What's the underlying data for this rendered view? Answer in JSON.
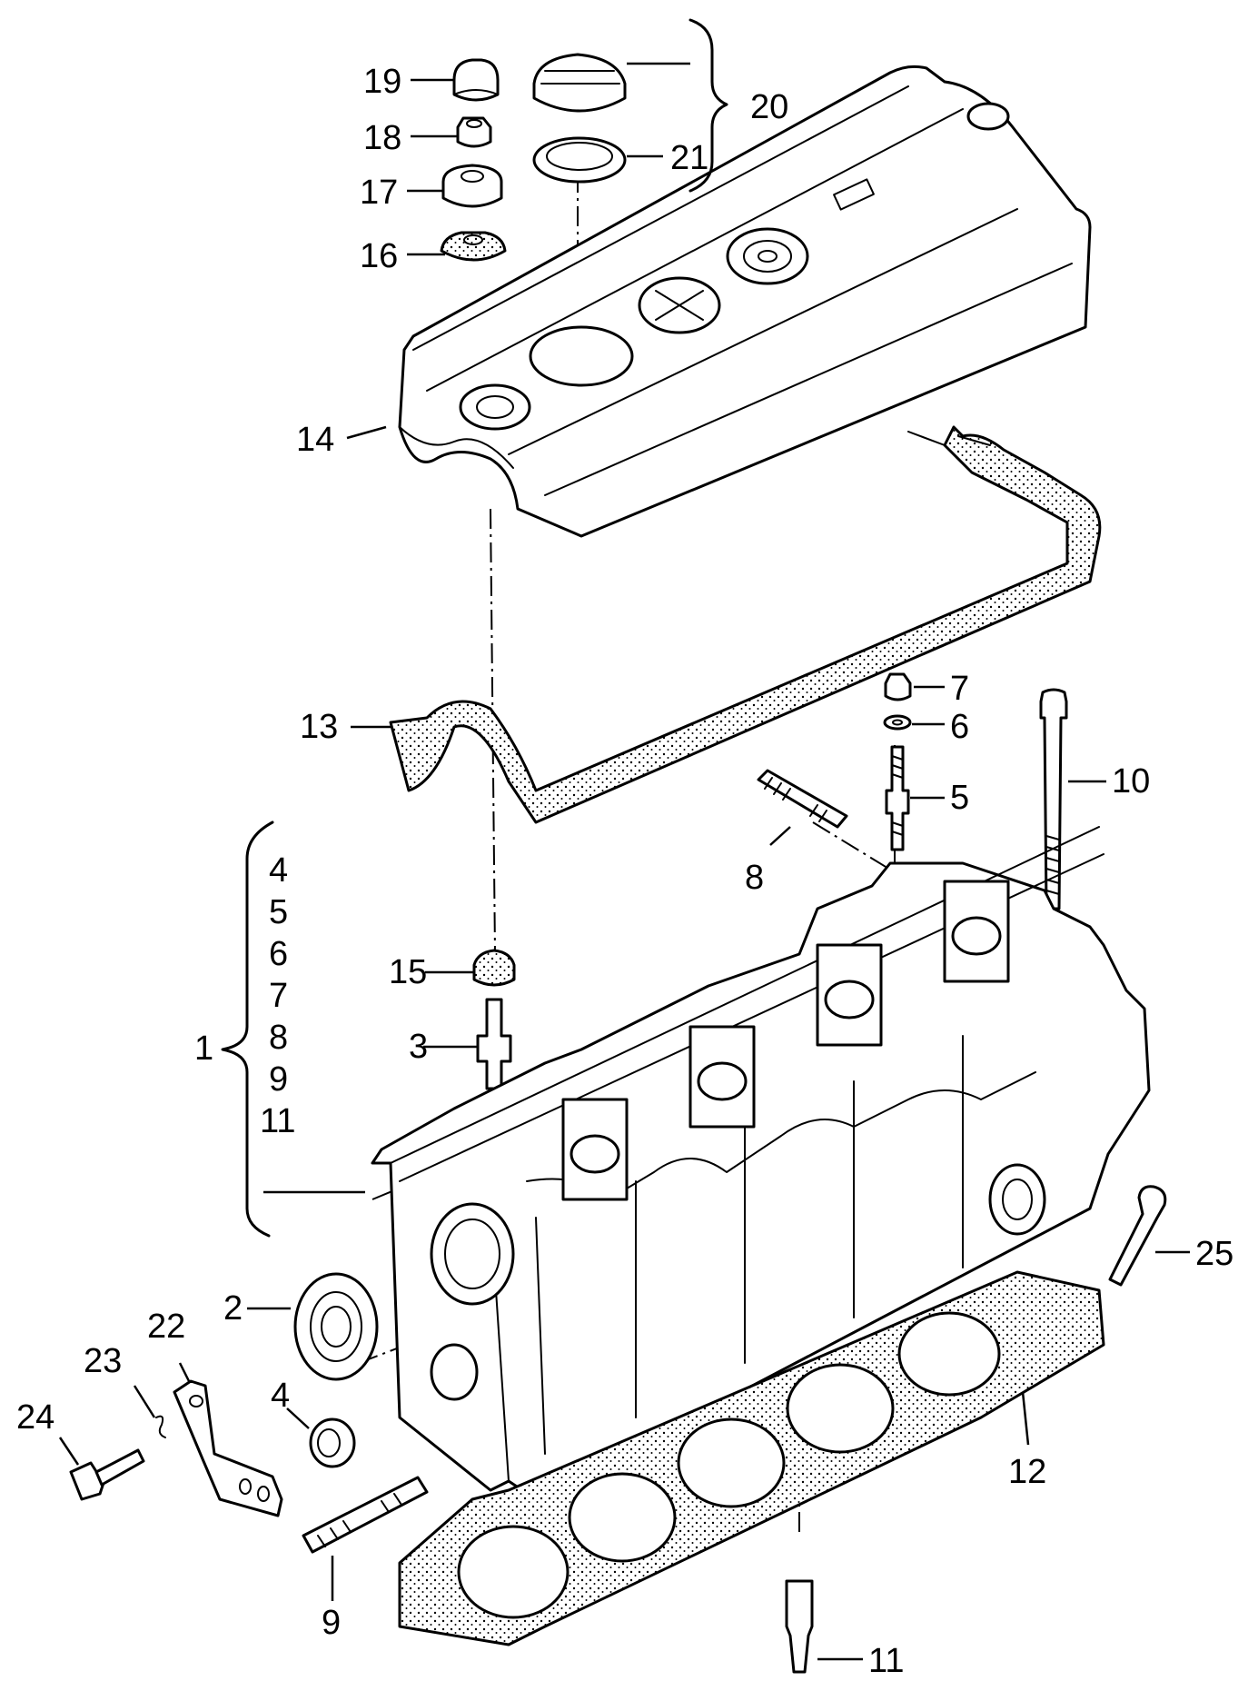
{
  "callouts": [
    {
      "id": "19",
      "label": "19"
    },
    {
      "id": "18",
      "label": "18"
    },
    {
      "id": "17",
      "label": "17"
    },
    {
      "id": "16",
      "label": "16"
    },
    {
      "id": "20",
      "label": "20"
    },
    {
      "id": "21",
      "label": "21"
    },
    {
      "id": "14",
      "label": "14"
    },
    {
      "id": "13",
      "label": "13"
    },
    {
      "id": "7",
      "label": "7"
    },
    {
      "id": "6",
      "label": "6"
    },
    {
      "id": "5",
      "label": "5"
    },
    {
      "id": "10",
      "label": "10"
    },
    {
      "id": "8",
      "label": "8"
    },
    {
      "id": "15",
      "label": "15"
    },
    {
      "id": "3",
      "label": "3"
    },
    {
      "id": "1",
      "label": "1"
    },
    {
      "id": "2",
      "label": "2"
    },
    {
      "id": "22",
      "label": "22"
    },
    {
      "id": "23",
      "label": "23"
    },
    {
      "id": "24",
      "label": "24"
    },
    {
      "id": "4",
      "label": "4"
    },
    {
      "id": "9",
      "label": "9"
    },
    {
      "id": "12",
      "label": "12"
    },
    {
      "id": "11",
      "label": "11"
    },
    {
      "id": "25",
      "label": "25"
    }
  ],
  "group_1_items": [
    "4",
    "5",
    "6",
    "7",
    "8",
    "9",
    "11"
  ],
  "colors": {
    "ink": "#000000",
    "paper": "#ffffff"
  }
}
